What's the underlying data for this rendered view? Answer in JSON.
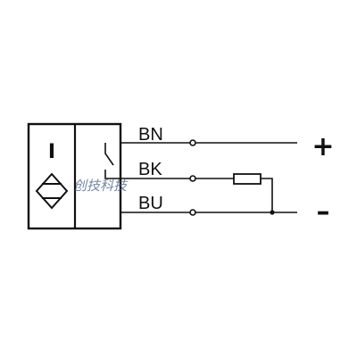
{
  "sensor": {
    "type_label": "I",
    "symbol_icon": "inductive-sensor-diamond-icon"
  },
  "wires": {
    "bn": "BN",
    "bk": "BK",
    "bu": "BU"
  },
  "supply": {
    "positive": "+",
    "negative": "–"
  },
  "watermark": "创技科技"
}
